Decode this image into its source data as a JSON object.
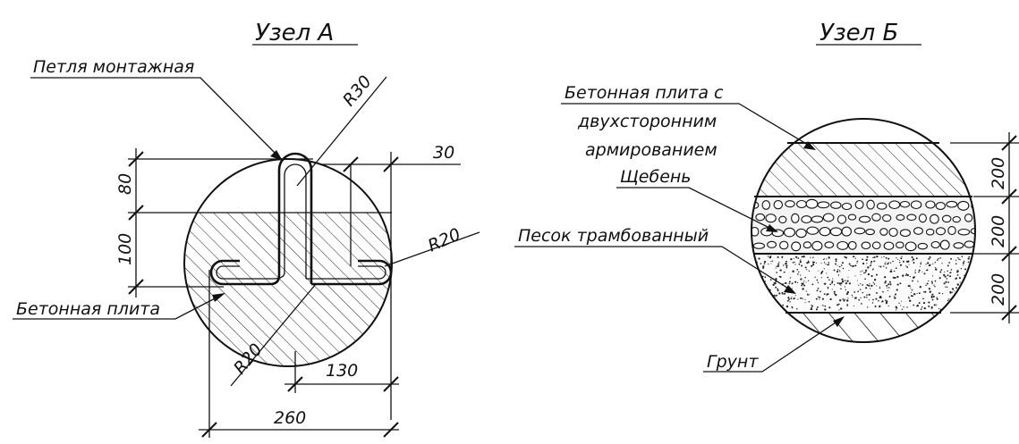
{
  "nodeA": {
    "title": "Узел А",
    "loop_label": "Петля монтажная",
    "slab_label": "Бетонная плита",
    "dims": {
      "r30": "R30",
      "d30": "30",
      "r20_right": "R20",
      "d80": "80",
      "d100": "100",
      "r20_bottom": "R20",
      "d130": "130",
      "d260": "260"
    }
  },
  "nodeB": {
    "title": "Узел Б",
    "slab_label_line1": "Бетонная плита с",
    "slab_label_line2": "двухсторонним",
    "slab_label_line3": "армированием",
    "gravel_label": "Щебень",
    "sand_label": "Песок трамбованный",
    "soil_label": "Грунт",
    "dims": {
      "d200_top": "200",
      "d200_mid": "200",
      "d200_bottom": "200"
    }
  }
}
